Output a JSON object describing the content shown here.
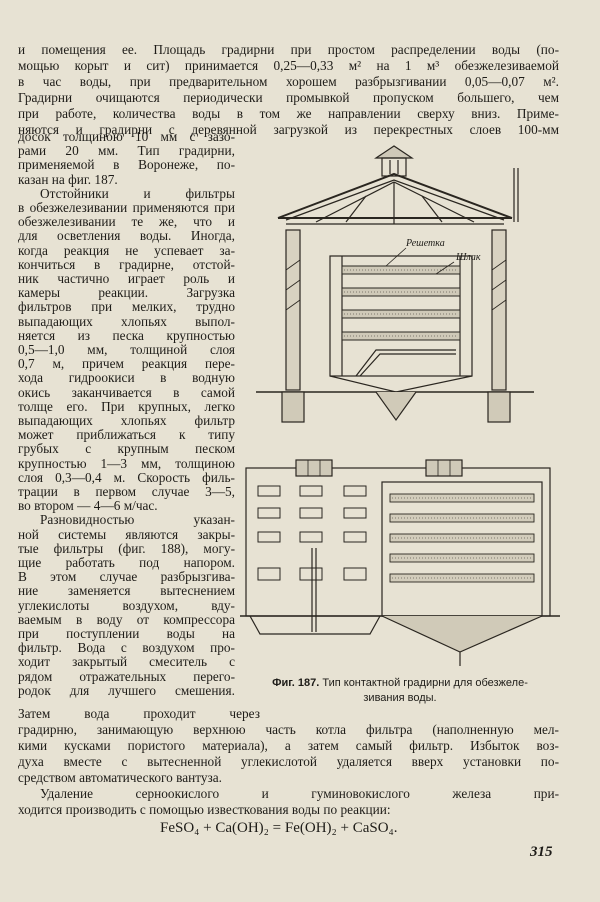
{
  "page": {
    "lines": [
      "и помещения ее. Площадь градирни при простом распределении воды (по-",
      "мощью корыт и сит) принимается 0,25—0,33 м² на 1 м³ обезжелезиваемой",
      "в час воды, при предварительном хорошем разбрызгивании 0,05—0,07 м².",
      "Градирни очищаются периодически промывкой пропуском большего, чем",
      "при работе, количества воды в том же направлении сверху вниз. Приме-",
      "няются и градирни с деревянной загрузкой из перекрестных слоев 100-мм"
    ],
    "col_lines": [
      "досок толщиною 10 мм с зазо-",
      "рами 20 мм. Тип градирни,",
      "применяемой в Воронеже, по-",
      "казан на фиг. 187.",
      "Отстойники и фильтры",
      "в обезжелезивании применяются при",
      "обезжелезивании те же, что и",
      "для осветления воды. Иногда,",
      "когда реакция не успевает за-",
      "кончиться в градирне, отстой-",
      "ник частично играет роль и",
      "камеры реакции. Загрузка",
      "фильтров при мелких, трудно",
      "выпадающих хлопьях выпол-",
      "няется из песка крупностью",
      "0,5—1,0 мм, толщиной слоя",
      "0,7 м, причем реакция пере-",
      "хода гидроокиси в водную",
      "окись заканчивается в самой",
      "толще его. При крупных, легко",
      "выпадающих хлопьях фильтр",
      "может приближаться к типу",
      "грубых с крупным песком",
      "крупностью 1—3 мм, толщиною",
      "слоя 0,3—0,4 м. Скорость филь-",
      "трации в первом случае 3—5,",
      "во втором — 4—6 м/час.",
      "Разновидностью указан-",
      "ной системы являются закры-",
      "тые фильтры (фиг. 188), могу-",
      "щие работать под напором.",
      "В этом случае разбрызгива-",
      "ние заменяется вытеснением",
      "углекислоты воздухом, вду-",
      "ваемым в воду от компрессора",
      "при поступлении воды на",
      "фильтр. Вода с воздухом про-",
      "ходит закрытый смеситель с",
      "рядом отражательных перего-",
      "родок для лучшего смешения."
    ],
    "bottom_lines": [
      "Затем вода проходит через",
      "градирню, занимающую верхнюю часть котла фильтра (наполненную мел-",
      "кими кусками пористого материала), а затем самый фильтр. Избыток воз-",
      "духа вместе с вытесненной углекислотой удаляется вверх установки по-",
      "средством автоматического вантуза.",
      "Удаление серноокислого и гуминовокислого железа при-",
      "ходится производить с помощью известкования воды по реакции:"
    ],
    "figure": {
      "label_grid": "Решетка",
      "label_slag": "Шлак",
      "caption_number": "Фиг. 187.",
      "caption_text": "Тип контактной градирни для обезжеле-",
      "caption_text2": "зивания воды."
    },
    "formula": "FeSO₄ + Ca(OH)₂ = Fe(OH)₂ + CaSO₄.",
    "page_number": "315"
  }
}
